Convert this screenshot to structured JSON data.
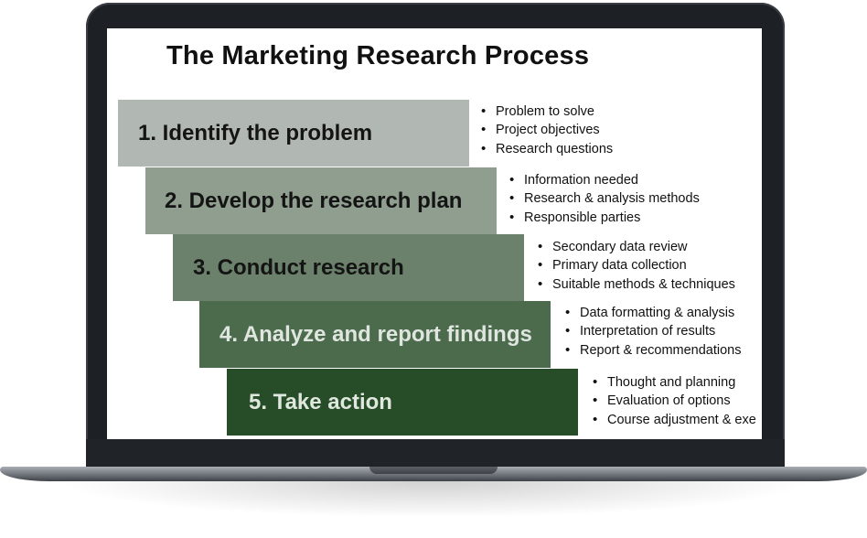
{
  "diagram": {
    "title": "The Marketing Research Process",
    "steps": [
      {
        "label": "1. Identify the problem",
        "color": "#b1b7b2",
        "text_color": "#141414",
        "bullets": [
          "Problem to solve",
          "Project objectives",
          "Research questions"
        ]
      },
      {
        "label": "2. Develop the research plan",
        "color": "#8f9e8f",
        "text_color": "#141414",
        "bullets": [
          "Information needed",
          "Research & analysis methods",
          "Responsible parties"
        ]
      },
      {
        "label": "3. Conduct research",
        "color": "#6b816b",
        "text_color": "#141414",
        "bullets": [
          "Secondary data review",
          "Primary data collection",
          "Suitable methods & techniques"
        ]
      },
      {
        "label": "4. Analyze and report findings",
        "color": "#4c6b4d",
        "text_color": "#dfe5df",
        "bullets": [
          "Data formatting & analysis",
          "Interpretation of results",
          "Report & recommendations"
        ]
      },
      {
        "label": "5. Take action",
        "color": "#264d27",
        "text_color": "#dfe7de",
        "bullets": [
          "Thought and planning",
          "Evaluation of options",
          "Course adjustment & exe"
        ]
      }
    ]
  }
}
